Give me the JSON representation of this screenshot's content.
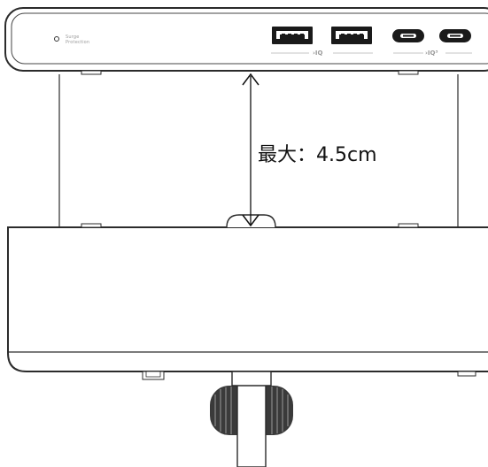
{
  "device": {
    "surge_line1": "Surge",
    "surge_line2": "Protection",
    "iq_label_usb_a": "›IQ",
    "iq_label_usb_c": "›IQ³"
  },
  "dimension": {
    "label": "最大：4.5cm"
  },
  "colors": {
    "outline": "#2b2b2b",
    "body_fill": "#ffffff",
    "port_fill": "#1a1a1a",
    "clamp_knob": "#3a3a3a"
  }
}
